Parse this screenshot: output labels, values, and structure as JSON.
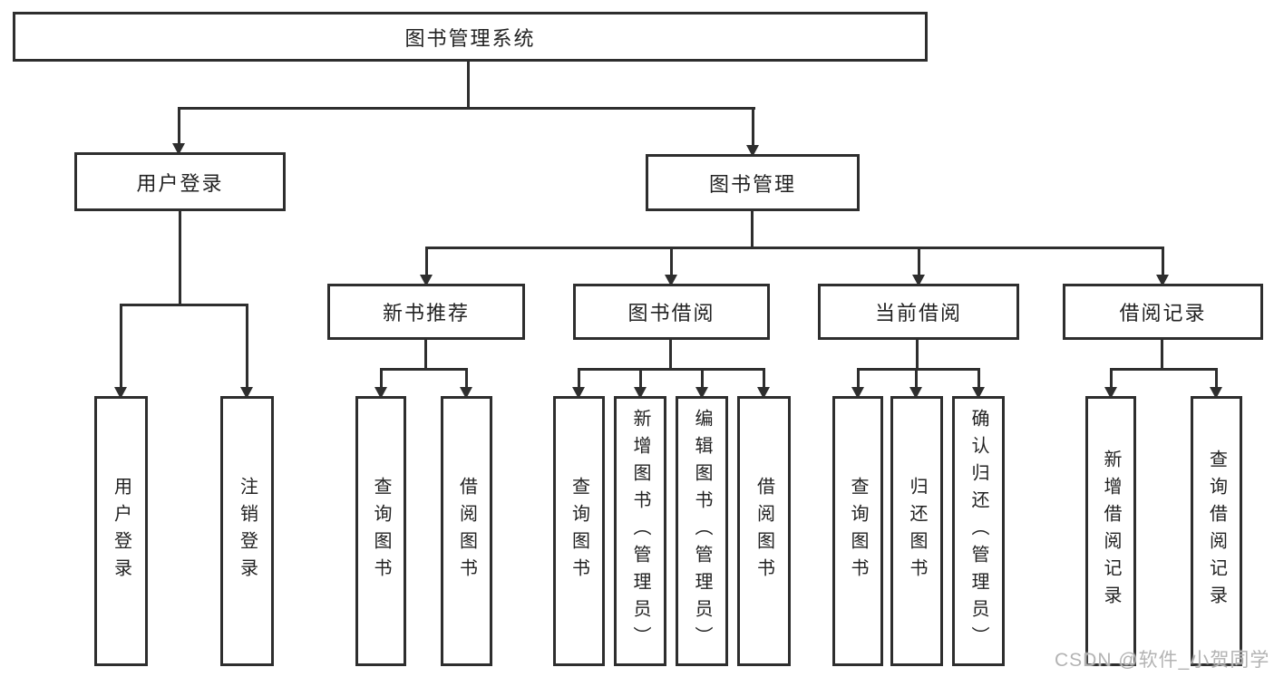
{
  "diagram": {
    "title": "图书管理系统",
    "nodes": [
      {
        "id": "root",
        "label": "图书管理系统",
        "parent": null
      },
      {
        "id": "login",
        "label": "用户登录",
        "parent": "root"
      },
      {
        "id": "mgmt",
        "label": "图书管理",
        "parent": "root"
      },
      {
        "id": "newbook",
        "label": "新书推荐",
        "parent": "mgmt"
      },
      {
        "id": "borrow",
        "label": "图书借阅",
        "parent": "mgmt"
      },
      {
        "id": "current",
        "label": "当前借阅",
        "parent": "mgmt"
      },
      {
        "id": "records",
        "label": "借阅记录",
        "parent": "mgmt"
      },
      {
        "id": "a1",
        "label": "用户登录",
        "parent": "login"
      },
      {
        "id": "a2",
        "label": "注销登录",
        "parent": "login"
      },
      {
        "id": "b1",
        "label": "查询图书",
        "parent": "newbook"
      },
      {
        "id": "b2",
        "label": "借阅图书",
        "parent": "newbook"
      },
      {
        "id": "c1",
        "label": "查询图书",
        "parent": "borrow"
      },
      {
        "id": "c2",
        "label": "新增图书（管理员）",
        "parent": "borrow"
      },
      {
        "id": "c3",
        "label": "编辑图书（管理员）",
        "parent": "borrow"
      },
      {
        "id": "c4",
        "label": "借阅图书",
        "parent": "borrow"
      },
      {
        "id": "d1",
        "label": "查询图书",
        "parent": "current"
      },
      {
        "id": "d2",
        "label": "归还图书",
        "parent": "current"
      },
      {
        "id": "d3",
        "label": "确认归还（管理员）",
        "parent": "current"
      },
      {
        "id": "e1",
        "label": "新增借阅记录",
        "parent": "records"
      },
      {
        "id": "e2",
        "label": "查询借阅记录",
        "parent": "records"
      }
    ]
  },
  "watermark": {
    "text": "CSDN @软件_小贺同学"
  },
  "colors": {
    "line": "#2e2e2e",
    "text": "#222222",
    "background": "#ffffff",
    "watermark": "#b3b3b3"
  }
}
